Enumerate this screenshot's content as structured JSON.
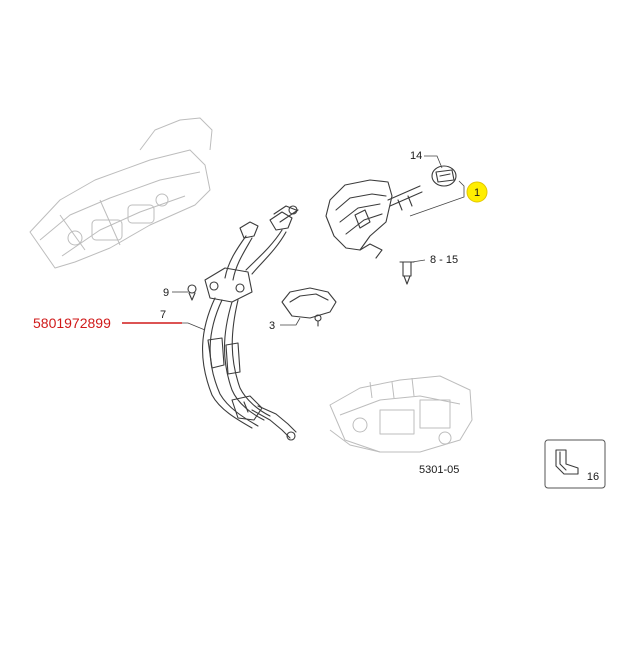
{
  "diagram": {
    "part_number": "5801972899",
    "code": "5301-05",
    "highlight_color": "#ffee00",
    "part_number_color": "#d01a1a",
    "callouts": {
      "c1": "1",
      "c3": "3",
      "c7": "7",
      "c9": "9",
      "c14": "14",
      "c815": "8 - 15",
      "c16": "16"
    }
  }
}
